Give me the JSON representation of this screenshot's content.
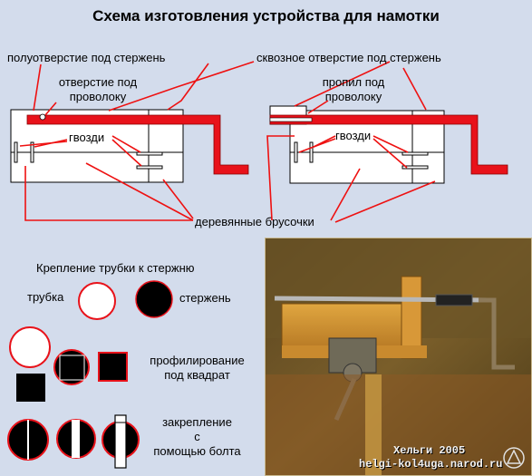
{
  "title": "Схема изготовления устройства для намотки",
  "labels": {
    "half_hole": "полуотверстие под стержень",
    "through_hole": "сквозное отверстие под стержень",
    "wire_hole_1": "отверстие под",
    "wire_hole_2": "проволоку",
    "saw_cut_1": "пропил под",
    "saw_cut_2": "проволоку",
    "nails_left": "гвозди",
    "nails_right": "гвозди",
    "wooden_bars": "деревянные брусочки"
  },
  "mount": {
    "heading": "Крепление трубки к стержню",
    "tube": "трубка",
    "rod": "стержень",
    "square_1": "профилирование",
    "square_2": "под квадрат",
    "bolt_1": "закрепление",
    "bolt_2": "с",
    "bolt_3": "помощью болта"
  },
  "credit": {
    "author": "Хельги 2005",
    "site": "helgi-kol4uga.narod.ru"
  },
  "colors": {
    "background": "#d3dcec",
    "rod_red": "#e8121a",
    "leader_red": "#ee1111",
    "ink": "#000000"
  }
}
